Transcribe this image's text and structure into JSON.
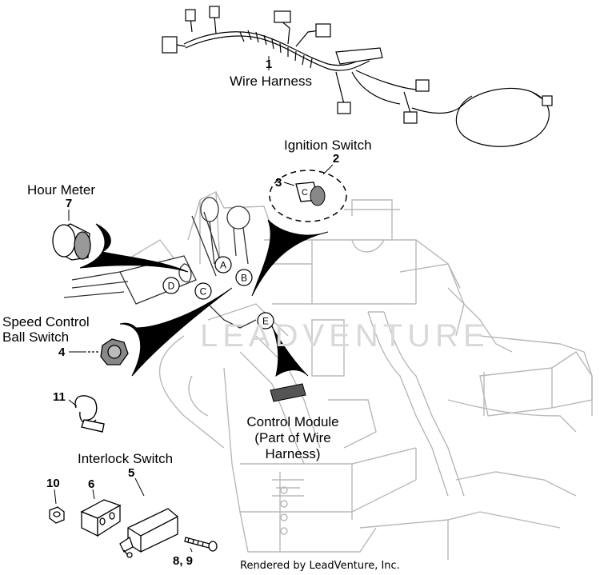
{
  "parts": {
    "wire_harness": {
      "number": "1",
      "name": "Wire Harness"
    },
    "ignition_switch": {
      "number": "2",
      "name": "Ignition Switch"
    },
    "key": {
      "number": "3"
    },
    "hour_meter": {
      "number": "7",
      "name": "Hour Meter"
    },
    "speed_control": {
      "number": "4",
      "name_line1": "Speed Control",
      "name_line2": "Ball Switch"
    },
    "clamp": {
      "number": "11"
    },
    "control_module": {
      "line1": "Control Module",
      "line2": "(Part of Wire",
      "line3": "Harness)"
    },
    "interlock_switch": {
      "number": "5",
      "name": "Interlock Switch"
    },
    "nut": {
      "number": "10"
    },
    "bracket": {
      "number": "6"
    },
    "screw": {
      "number": "8, 9"
    }
  },
  "callouts": [
    "A",
    "B",
    "C",
    "D",
    "E"
  ],
  "watermark_text": "LEADVENTURE",
  "footer": "Rendered by LeadVenture, Inc.",
  "colors": {
    "ink": "#000000",
    "frame": "#b8b8b8",
    "watermark": "#d9d9d9"
  }
}
